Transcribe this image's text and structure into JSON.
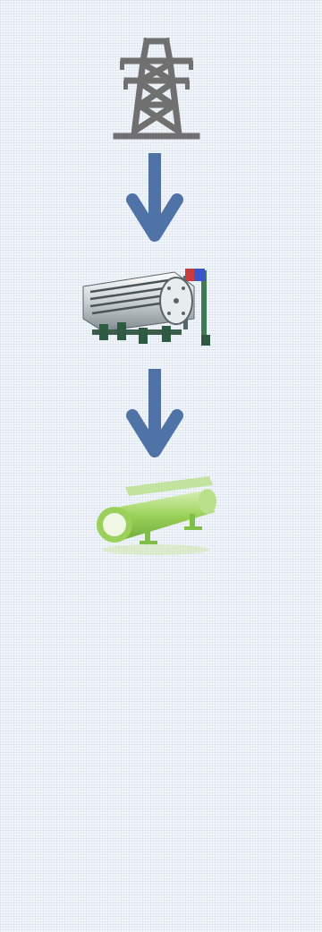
{
  "diagram": {
    "nodes": [
      {
        "id": "transmission-tower",
        "icon": "transmission-tower-icon",
        "color": "#6f6f6f"
      },
      {
        "id": "heat-exchanger",
        "icon": "heat-exchanger-icon",
        "color": "#5f6f6f"
      },
      {
        "id": "pipeline",
        "icon": "pipeline-icon",
        "color": "#9bd15a"
      }
    ],
    "edges": [
      {
        "from": "transmission-tower",
        "to": "heat-exchanger",
        "color": "#4f73a6"
      },
      {
        "from": "heat-exchanger",
        "to": "pipeline",
        "color": "#4f73a6"
      }
    ],
    "background": "#f3f6fa"
  }
}
